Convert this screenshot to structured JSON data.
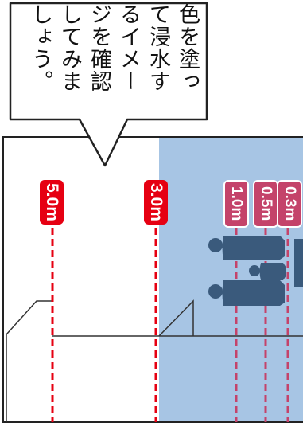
{
  "callout": {
    "text": "色を塗って浸水するイメージを確認してみましょう。"
  },
  "depth_markers": [
    {
      "label": "5.0m",
      "style": "red"
    },
    {
      "label": "3.0m",
      "style": "red"
    },
    {
      "label": "1.0m",
      "style": "rose"
    },
    {
      "label": "0.5m",
      "style": "rose"
    },
    {
      "label": "0.3m",
      "style": "rose"
    }
  ],
  "colors": {
    "flood_water": "#a7c5e4",
    "red_marker": "#e60012",
    "rose_marker": "#c4436a",
    "silhouette": "#3a5a7c",
    "outline": "#333333"
  }
}
